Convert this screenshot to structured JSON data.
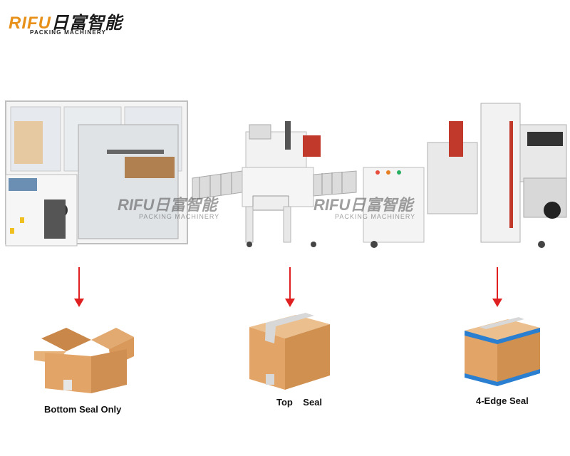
{
  "logo": {
    "brand_latin": "RIFU",
    "brand_cjk": "日富智能",
    "subtitle": "PACKING MACHINERY"
  },
  "watermark": {
    "brand": "RIFU日富智能",
    "subtitle": "PACKING MACHINERY"
  },
  "columns": [
    {
      "caption": "Bottom Seal Only"
    },
    {
      "caption": "Top    Seal"
    },
    {
      "caption": "4-Edge Seal"
    }
  ],
  "colors": {
    "arrow": "#e02020",
    "cardboard": "#dea064",
    "tape_clear": "#d9d9d9",
    "tape_blue": "#2a7fd0",
    "machine_frame": "#eeeeee",
    "machine_accent_red": "#c0392b"
  }
}
